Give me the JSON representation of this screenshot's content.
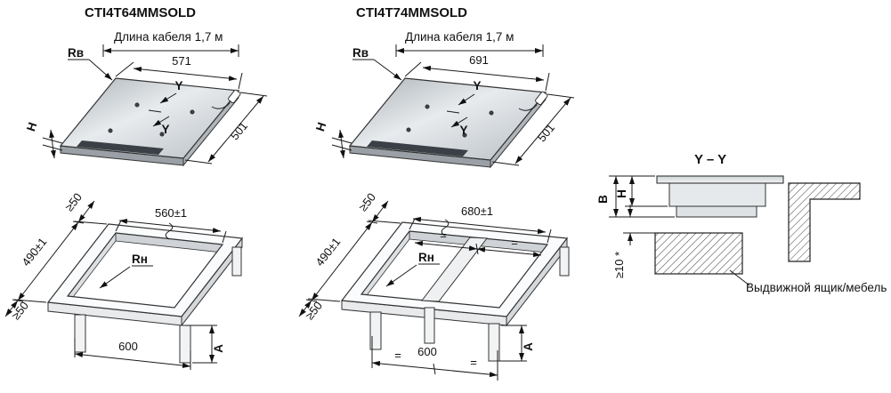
{
  "hobs": [
    {
      "title": "CTI4T64MMSOLD",
      "cable_length_label": "Длина кабеля 1,7 м",
      "glass_width": "571",
      "glass_depth": "501",
      "corner_radius_top": "Rв",
      "glass_height_label": "H",
      "section_axis_label": "Y",
      "cutout_width": "560±1",
      "cutout_depth": "490±1",
      "min_clearance": "≥50",
      "corner_radius_bottom": "Rн",
      "cabinet_width": "600",
      "niche_height_label": "A"
    },
    {
      "title": "CTI4T74MMSOLD",
      "cable_length_label": "Длина кабеля 1,7 м",
      "glass_width": "691",
      "glass_depth": "501",
      "corner_radius_top": "Rв",
      "glass_height_label": "H",
      "section_axis_label": "Y",
      "cutout_width": "680±1",
      "cutout_depth": "490±1",
      "min_clearance": "≥50",
      "corner_radius_bottom": "Rн",
      "cabinet_width": "600",
      "niche_height_label": "A",
      "equal_spacing": "="
    }
  ],
  "section_view": {
    "title": "Y – Y",
    "total_height_label": "B",
    "glass_height_label": "H",
    "min_gap": "≥10 *",
    "furniture_label": "Выдвижной ящик/мебель"
  }
}
